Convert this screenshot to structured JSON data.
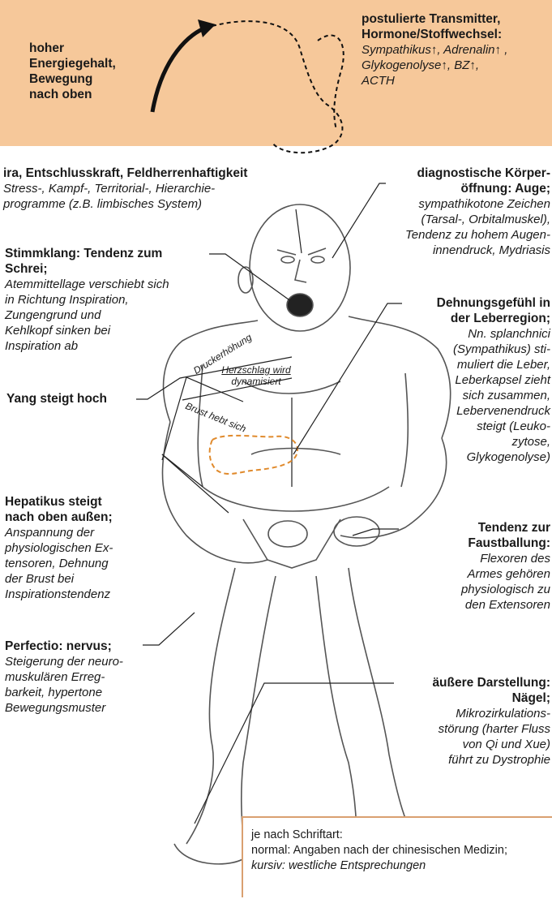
{
  "banner": {
    "left_text": [
      "hoher",
      "Energiegehalt,",
      "Bewegung",
      "nach oben"
    ],
    "right_title": [
      "postulierte Transmitter,",
      "Hormone/Stoffwechsel:"
    ],
    "right_items": [
      "Sympathikus↑, Adrenalin↑ ,",
      "Glykogenolyse↑, BZ↑,",
      "ACTH"
    ]
  },
  "left": {
    "ira_title": "ira, Entschlusskraft, Feldherrenhaftigkeit",
    "ira_desc": [
      "Stress-, Kampf-, Territorial-, Hierarchie-",
      "programme (z.B. limbisches System)"
    ],
    "stimm_title": [
      "Stimmklang: Tendenz zum",
      "Schrei;"
    ],
    "stimm_desc": [
      "Atemmittellage verschiebt sich",
      "in Richtung Inspiration,",
      "Zungengrund und",
      "Kehlkopf sinken bei",
      "Inspiration ab"
    ],
    "yang": "Yang steigt hoch",
    "hepatikus_title": [
      "Hepatikus steigt",
      "nach oben außen;"
    ],
    "hepatikus_desc": [
      "Anspannung der",
      "physiologischen Ex-",
      "tensoren, Dehnung",
      "der Brust bei",
      "Inspirationstendenz"
    ],
    "perfectio_title": "Perfectio: nervus;",
    "perfectio_desc": [
      "Steigerung der neuro-",
      "muskulären Erreg-",
      "barkeit, hypertone",
      "Bewegungsmuster"
    ]
  },
  "right": {
    "diag_title": [
      "diagnostische Körper-",
      "öffnung: Auge;"
    ],
    "diag_desc": [
      "sympathikotone Zeichen",
      "(Tarsal-, Orbitalmuskel),",
      "Tendenz zu hohem Augen-",
      "innendruck, Mydriasis"
    ],
    "dehn_title": [
      "Dehnungsgefühl in",
      "der Leberregion;"
    ],
    "dehn_desc": [
      "Nn. splanchnici",
      "(Sympathikus) sti-",
      "muliert die Leber,",
      "Leberkapsel zieht",
      "sich zusammen,",
      "Lebervenendruck",
      "steigt (Leuko-",
      "zytose,",
      "Glykogenolyse)"
    ],
    "faust_title": [
      "Tendenz zur",
      "Faustballung:"
    ],
    "faust_desc": [
      "Flexoren des",
      "Armes gehören",
      "physiologisch zu",
      "den Extensoren"
    ],
    "aussere_title": [
      "äußere Darstellung:",
      "Nägel;"
    ],
    "aussere_desc": [
      "Mikrozirkulations-",
      "störung (harter Fluss",
      "von Qi und Xue)",
      "führt zu Dystrophie"
    ]
  },
  "figure_labels": {
    "druck": "Druckerhöhung",
    "herz": [
      "Herzschlag wird",
      "dynamisiert"
    ],
    "brust": "Brust hebt sich"
  },
  "legend": {
    "line1": "je nach Schriftart:",
    "line2": "normal: Angaben nach der chinesischen Medizin;",
    "line3_prefix": "kursiv:",
    "line3_rest": "westliche Entsprechungen"
  },
  "colors": {
    "banner": "#f6c89a",
    "liver_outline": "#e08a2c",
    "legend_border": "#d9a070"
  }
}
